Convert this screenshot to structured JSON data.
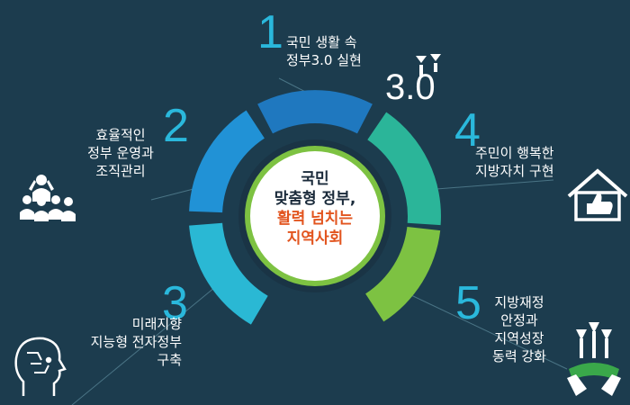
{
  "center": {
    "line1": "국민",
    "line2": "맞춤형 정부,",
    "line3": "활력 넘치는",
    "line4": "지역사회"
  },
  "items": [
    {
      "num": "1",
      "line1": "국민 생활 속",
      "line2": "정부3.0 실현",
      "icon": "3.0-icon",
      "icon_text": "3.0"
    },
    {
      "num": "2",
      "line1": "효율적인",
      "line2": "정부 운영과",
      "line3": "조직관리",
      "icon": "team-icon"
    },
    {
      "num": "3",
      "line1": "미래지향",
      "line2": "지능형 전자정부",
      "line3": "구축",
      "icon": "brain-head-icon"
    },
    {
      "num": "4",
      "line1": "주민이 행복한",
      "line2": "지방자치 구현",
      "icon": "house-thumbs-up-icon"
    },
    {
      "num": "5",
      "line1": "지방재정",
      "line2": "안정과",
      "line3": "지역성장",
      "line4": "동력 강화",
      "icon": "growth-hands-icon"
    }
  ],
  "colors": {
    "background": "#1c3c4e",
    "segment_blue": "#1f78bf",
    "segment_mid_blue": "#2192d6",
    "segment_cyan": "#2ab8d4",
    "segment_teal": "#2bb599",
    "segment_green": "#7dc242",
    "number": "#2ab8dc",
    "highlight": "#e2541e"
  }
}
